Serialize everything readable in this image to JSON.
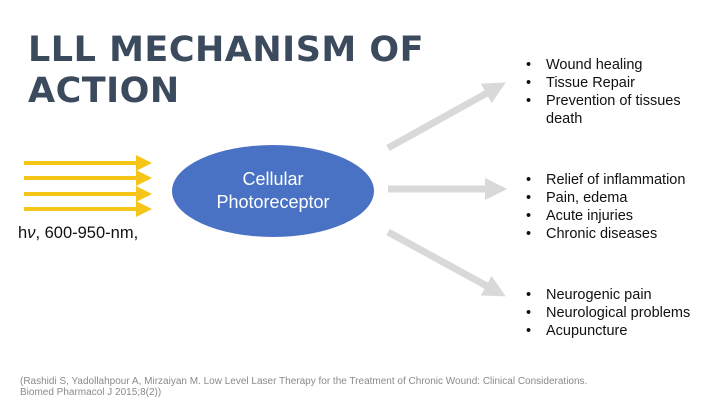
{
  "title": {
    "line1": "LLL MECHANISM OF",
    "line2": "ACTION"
  },
  "source": {
    "photon": "h",
    "nu": "ν",
    "range": ", 600-950-nm,"
  },
  "node": {
    "line1": "Cellular",
    "line2": "Photoreceptor"
  },
  "groups": [
    {
      "items": [
        "Wound healing",
        "Tissue Repair",
        "Prevention of tissues death"
      ]
    },
    {
      "items": [
        "Relief of inflammation",
        "Pain, edema",
        "Acute injuries",
        "Chronic diseases"
      ]
    },
    {
      "items": [
        "Neurogenic pain",
        "Neurological problems",
        "Acupuncture"
      ]
    }
  ],
  "citation": {
    "line1": "(Rashidi S, Yadollahpour A, Mirzaiyan M. Low Level Laser Therapy for the Treatment of Chronic Wound: Clinical Considerations.",
    "line2": "Biomed Pharmacol J 2015;8(2))"
  },
  "colors": {
    "title": "#3c4a5e",
    "laser": "#f5c518",
    "node": "#4a72c4",
    "connector": "#d9d9d9"
  }
}
